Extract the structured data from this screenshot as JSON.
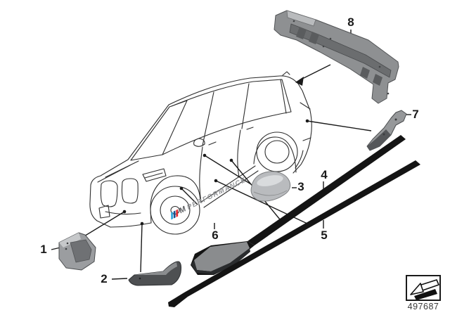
{
  "callouts": [
    {
      "num": "1"
    },
    {
      "num": "2"
    },
    {
      "num": "3"
    },
    {
      "num": "4"
    },
    {
      "num": "5"
    },
    {
      "num": "6"
    },
    {
      "num": "7"
    },
    {
      "num": "8"
    }
  ],
  "decal": {
    "m": "M",
    "text": "PERFORMANCE"
  },
  "footer": {
    "part_number": "497687"
  },
  "icons": {
    "footer_box": "replacement-part-arrow-icon",
    "decal_logo": "m-stripes-icon"
  },
  "colors": {
    "background": "#ffffff",
    "outline": "#2e2e2e",
    "leader": "#1a1a1a",
    "callout_text": "#1a1a1a",
    "part_number_text": "#3a3a3a",
    "gray_part": "#94969a",
    "gray_part_dark": "#5b5d60",
    "gray_part_light": "#c6c8ca",
    "strip_black": "#141414",
    "decal_gray": "#95979a",
    "m_light_blue": "#2ea6dd",
    "m_dark_blue": "#174f8d",
    "m_red": "#e0272f"
  }
}
